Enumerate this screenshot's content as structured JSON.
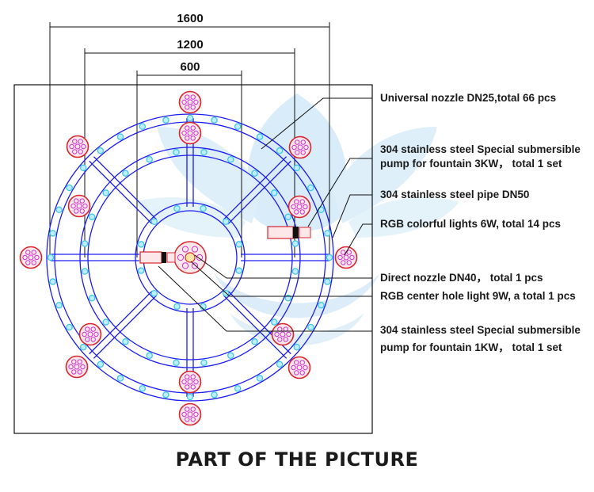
{
  "dimensions": {
    "outer": "1600",
    "middle": "1200",
    "inner": "600"
  },
  "annotations": {
    "universal_nozzle": "Universal nozzle DN25,total 66 pcs",
    "pump_3kw_line1": "304 stainless steel Special submersible",
    "pump_3kw_line2": "pump for fountain 3KW，  total 1 set",
    "pipe_dn50": "304 stainless steel pipe DN50",
    "rgb_lights": "RGB colorful lights 6W, total 14 pcs",
    "direct_nozzle": "Direct nozzle DN40，  total 1 pcs",
    "center_light": "RGB center hole light 9W, a total 1 pcs",
    "pump_1kw_line1": "304 stainless steel Special submersible",
    "pump_1kw_line2": "pump for fountain 1KW，  total 1 set"
  },
  "footer": {
    "caption": "PART OF THE PICTURE"
  },
  "colors": {
    "pipe": "#1c1cf0",
    "nozzle": "#3fc8e8",
    "light": "#d8242f",
    "light_fill": "#fde7e8",
    "light_petal": "#cc33cc",
    "leader": "#111111",
    "watermark": "#cfe6f6"
  },
  "icons": {
    "light": "rgb-light-icon",
    "nozzle": "nozzle-icon",
    "pump": "pump-icon"
  }
}
